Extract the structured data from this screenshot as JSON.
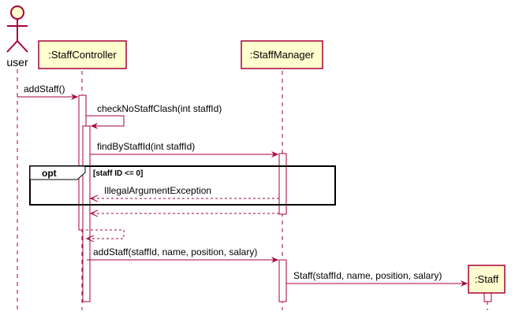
{
  "diagram": {
    "actor": {
      "name": "user"
    },
    "participants": {
      "controller": ":StaffController",
      "manager": ":StaffManager",
      "staff": ":Staff"
    },
    "messages": {
      "add_staff_call": "addStaff()",
      "check_clash": "checkNoStaffClash(int staffId)",
      "find_by_id": "findByStaffId(int staffId)",
      "exception_return": "IllegalArgumentException",
      "add_staff_params": "addStaff(staffId, name, position, salary)",
      "staff_constructor": "Staff(staffId, name, position, salary)"
    },
    "opt_frame": {
      "operator": "opt",
      "guard": "[staff ID <= 0]"
    },
    "colors": {
      "line": "#a80036",
      "participant_fill": "#fefece",
      "frame_border": "#000000"
    }
  }
}
